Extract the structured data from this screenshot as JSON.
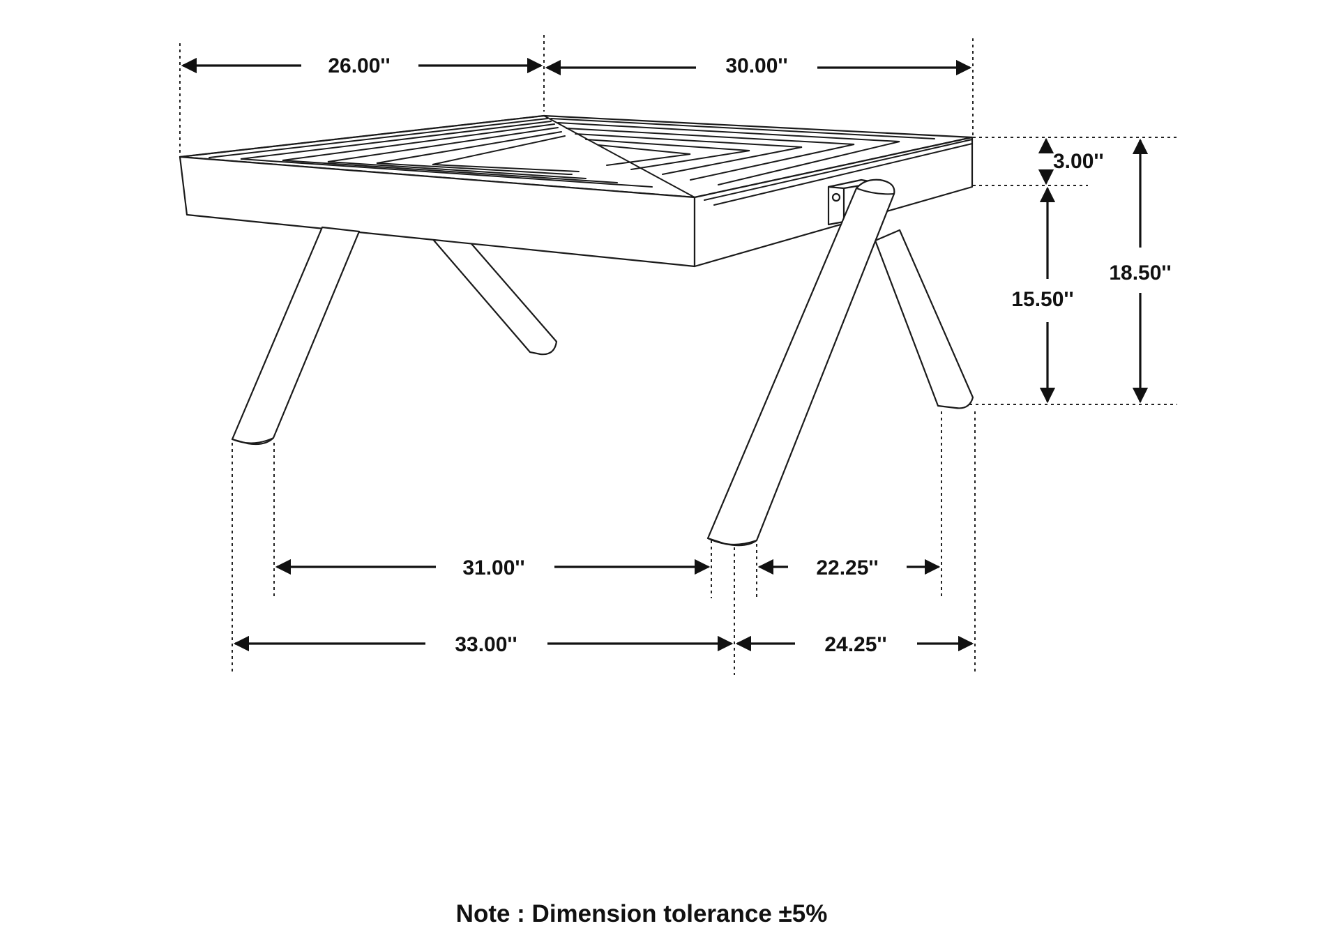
{
  "diagram": {
    "dimensions": {
      "top_left_depth": "26.00''",
      "top_right_width": "30.00''",
      "top_thickness": "3.00''",
      "apron_to_floor": "15.50''",
      "overall_height": "18.50''",
      "inner_leg_span_left": "31.00''",
      "inner_leg_span_right": "22.25''",
      "outer_leg_span_left": "33.00''",
      "outer_leg_span_right": "24.25''"
    },
    "note": "Note : Dimension tolerance ±5%"
  },
  "colors": {
    "line": "#1a1a1a",
    "background": "#ffffff"
  }
}
